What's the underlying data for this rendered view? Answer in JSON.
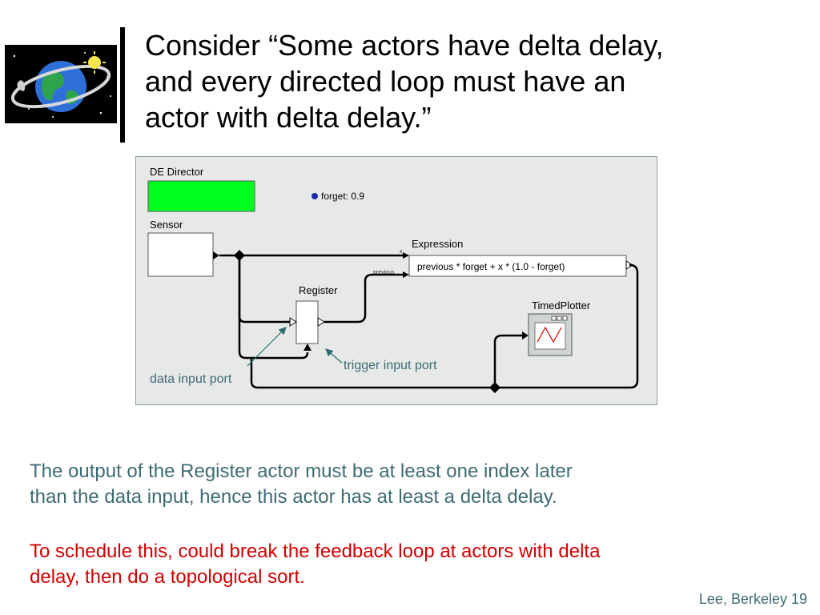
{
  "slide": {
    "title_lines": [
      "Consider “Some actors have delta delay,",
      "and every directed loop must have an",
      "actor with delta delay.”"
    ],
    "paragraph1_lines": [
      "The output of the Register actor must be at least one index later",
      "than the data input, hence this actor has at least a delta delay."
    ],
    "paragraph2_lines": [
      "To schedule this, could break the feedback loop at actors with delta",
      "delay, then do a topological sort."
    ],
    "footer": "Lee, Berkeley 19"
  },
  "diagram": {
    "director_label": "DE Director",
    "parameter_label": "forget: 0.9",
    "sensor_label": "Sensor",
    "expression_label": "Expression",
    "expression_port_x": "x",
    "expression_port_previous": "previous",
    "expression_text": "previous * forget + x * (1.0 - forget)",
    "register_label": "Register",
    "plotter_label": "TimedPlotter",
    "data_port_annotation": "data input port",
    "trigger_port_annotation": "trigger input port",
    "colors": {
      "director_fill": "#00ff1e",
      "canvas_bg": "#e7e9e9",
      "annotation_text": "#3d6b73",
      "param_dot": "#1b2ba8"
    }
  },
  "icons": {
    "logo": "globe-with-orbit-and-sun-icon"
  }
}
